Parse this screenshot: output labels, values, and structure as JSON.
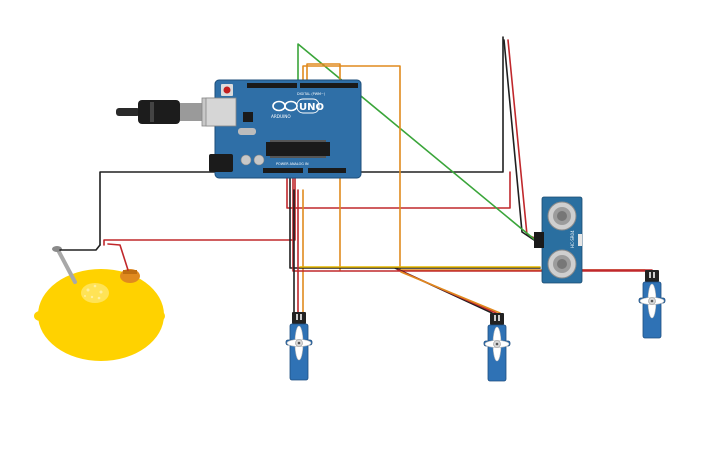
{
  "board": {
    "brand": "ARDUINO",
    "model": "UNO",
    "header_top": "DIGITAL (PWM~)",
    "header_bottom": "POWER   ANALOG IN",
    "color": "#2f6fa7"
  },
  "sensor": {
    "label": "HC-SR04",
    "color": "#2a6fa0"
  },
  "colors": {
    "wire_black": "#202020",
    "wire_red": "#c0282c",
    "wire_orange": "#e08a1e",
    "wire_green": "#3aa53a",
    "wire_yellow": "#e6b800",
    "servo_blue": "#2f72b5",
    "lemon": "#ffd200"
  },
  "components": [
    {
      "id": "usb-cable",
      "icon": "usb-plug-icon"
    },
    {
      "id": "arduino-uno",
      "icon": "arduino-board-icon"
    },
    {
      "id": "ultrasonic-sensor",
      "icon": "ultrasonic-sensor-icon"
    },
    {
      "id": "lemon-battery",
      "icon": "lemon-icon"
    },
    {
      "id": "servo-1",
      "icon": "servo-icon"
    },
    {
      "id": "servo-2",
      "icon": "servo-icon"
    },
    {
      "id": "servo-3",
      "icon": "servo-icon"
    }
  ]
}
